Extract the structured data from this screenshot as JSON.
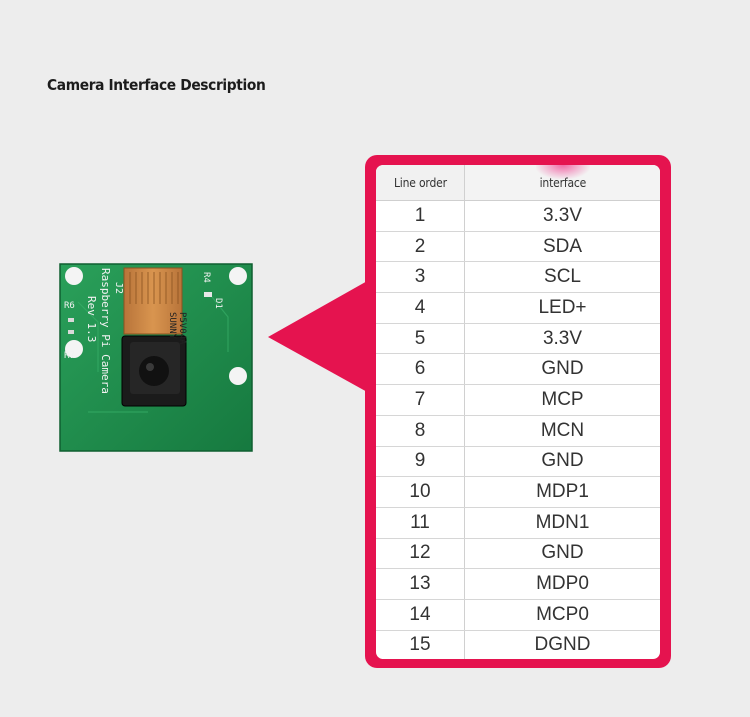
{
  "page": {
    "title": "Camera Interface Description"
  },
  "table": {
    "headers": [
      "Line order",
      "interface"
    ],
    "rows": [
      [
        "1",
        "3.3V"
      ],
      [
        "2",
        "SDA"
      ],
      [
        "3",
        "SCL"
      ],
      [
        "4",
        "LED+"
      ],
      [
        "5",
        "3.3V"
      ],
      [
        "6",
        "GND"
      ],
      [
        "7",
        "MCP"
      ],
      [
        "8",
        "MCN"
      ],
      [
        "9",
        "GND"
      ],
      [
        "10",
        "MDP1"
      ],
      [
        "11",
        "MDN1"
      ],
      [
        "12",
        "GND"
      ],
      [
        "13",
        "MDP0"
      ],
      [
        "14",
        "MCP0"
      ],
      [
        "15",
        "DGND"
      ]
    ]
  },
  "board": {
    "silkscreen_lines": [
      "Raspberry Pi Camera",
      "Rev 1.3"
    ],
    "connector_label": "J2",
    "chip_label": "SUNNY",
    "chip_label_2": "P5V04A",
    "resistor_labels": [
      "R6",
      "R7",
      "R4",
      "D1"
    ]
  },
  "colors": {
    "accent": "#e5134f",
    "pcb_green": "#1f8f4e",
    "background": "#ededed"
  }
}
